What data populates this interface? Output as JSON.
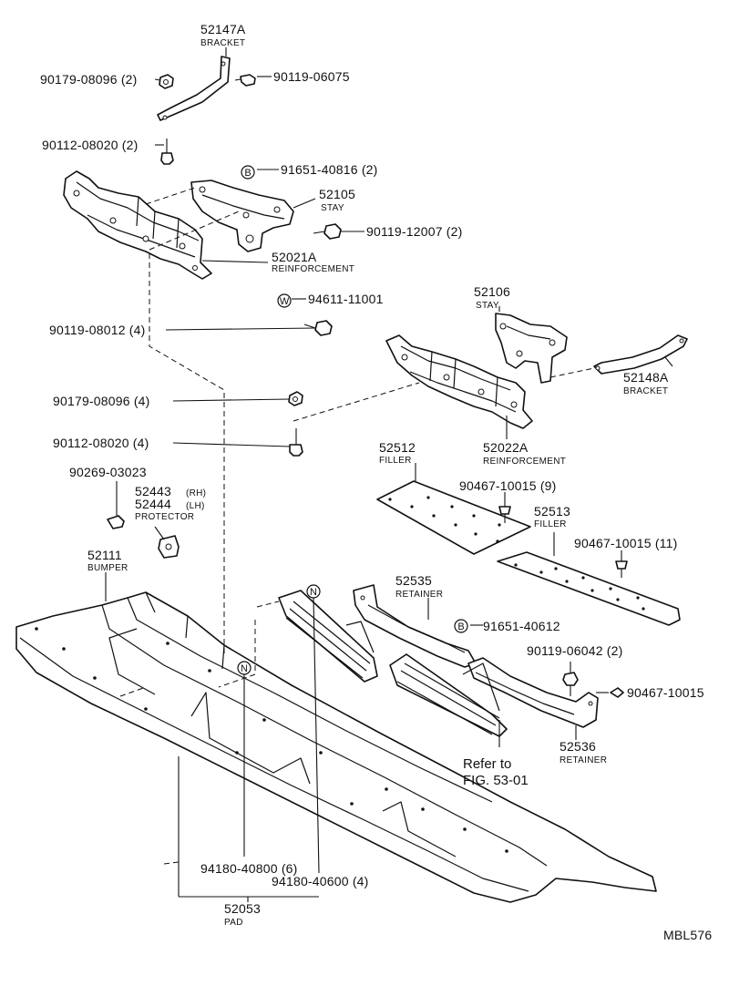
{
  "diagram_code": "MBL576",
  "reference_note": {
    "line1": "Refer to",
    "line2": "FIG. 53-01"
  },
  "labels": [
    {
      "pn": "52147A",
      "name": "BRACKET"
    },
    {
      "pn": "90179-08096 (2)"
    },
    {
      "pn": "90119-06075"
    },
    {
      "pn": "90112-08020 (2)"
    },
    {
      "pn": "91651-40816 (2)",
      "badge": "B"
    },
    {
      "pn": "52105",
      "name": "STAY"
    },
    {
      "pn": "90119-12007 (2)"
    },
    {
      "pn": "52021A",
      "name": "REINFORCEMENT"
    },
    {
      "pn": "94611-11001",
      "badge": "W"
    },
    {
      "pn": "90119-08012 (4)"
    },
    {
      "pn": "52106",
      "name": "STAY"
    },
    {
      "pn": "52148A",
      "name": "BRACKET"
    },
    {
      "pn": "90179-08096 (4)"
    },
    {
      "pn": "90112-08020 (4)"
    },
    {
      "pn": "52022A",
      "name": "REINFORCEMENT"
    },
    {
      "pn": "52512",
      "name": "FILLER"
    },
    {
      "pn": "90467-10015 (9)"
    },
    {
      "pn": "52513",
      "name": "FILLER"
    },
    {
      "pn": "90467-10015 (11)"
    },
    {
      "pn": "90269-03023"
    },
    {
      "pn": "52443",
      "suffix": "(RH)"
    },
    {
      "pn": "52444",
      "suffix": "(LH)",
      "name": "PROTECTOR"
    },
    {
      "pn": "52111",
      "name": "BUMPER"
    },
    {
      "pn": "52535",
      "name": "RETAINER"
    },
    {
      "pn": "91651-40612",
      "badge": "B"
    },
    {
      "pn": "90119-06042 (2)"
    },
    {
      "pn": "90467-10015"
    },
    {
      "pn": "52536",
      "name": "RETAINER"
    },
    {
      "pn": "94180-40800 (6)",
      "badge": "N"
    },
    {
      "pn": "94180-40600 (4)",
      "badge": "N"
    },
    {
      "pn": "52053",
      "name": "PAD"
    }
  ]
}
